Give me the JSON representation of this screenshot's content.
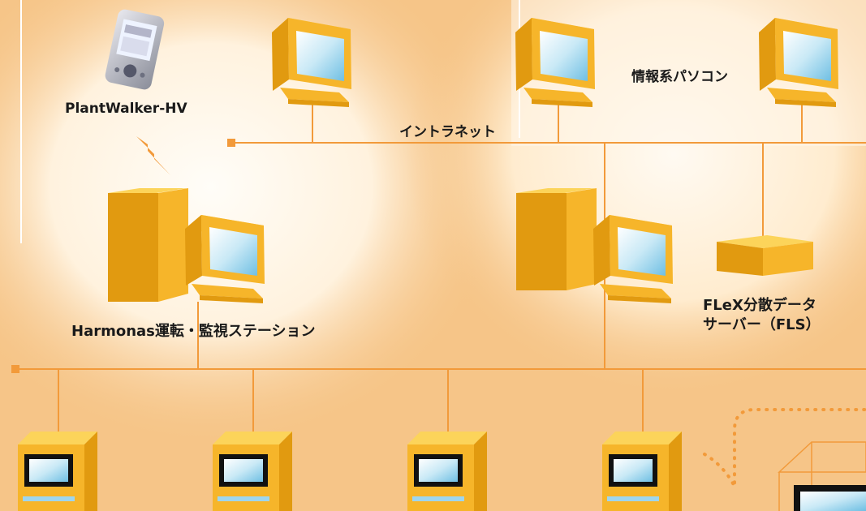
{
  "labels": {
    "pda": "PlantWalker-HV",
    "intranet": "イントラネット",
    "info_pc": "情報系パソコン",
    "harmonas": "Harmonas運転・監視ステーション",
    "fls_line1": "FLeX分散データ",
    "fls_line2": "サーバー（FLS）"
  },
  "colors": {
    "background_light": "#fff8ee",
    "background_base": "#f6c588",
    "network_line": "#f29a3a",
    "device_body": "#f6b52a",
    "device_side": "#e19a10",
    "device_top": "#fcd45a",
    "screen": "#7ec8e8"
  }
}
